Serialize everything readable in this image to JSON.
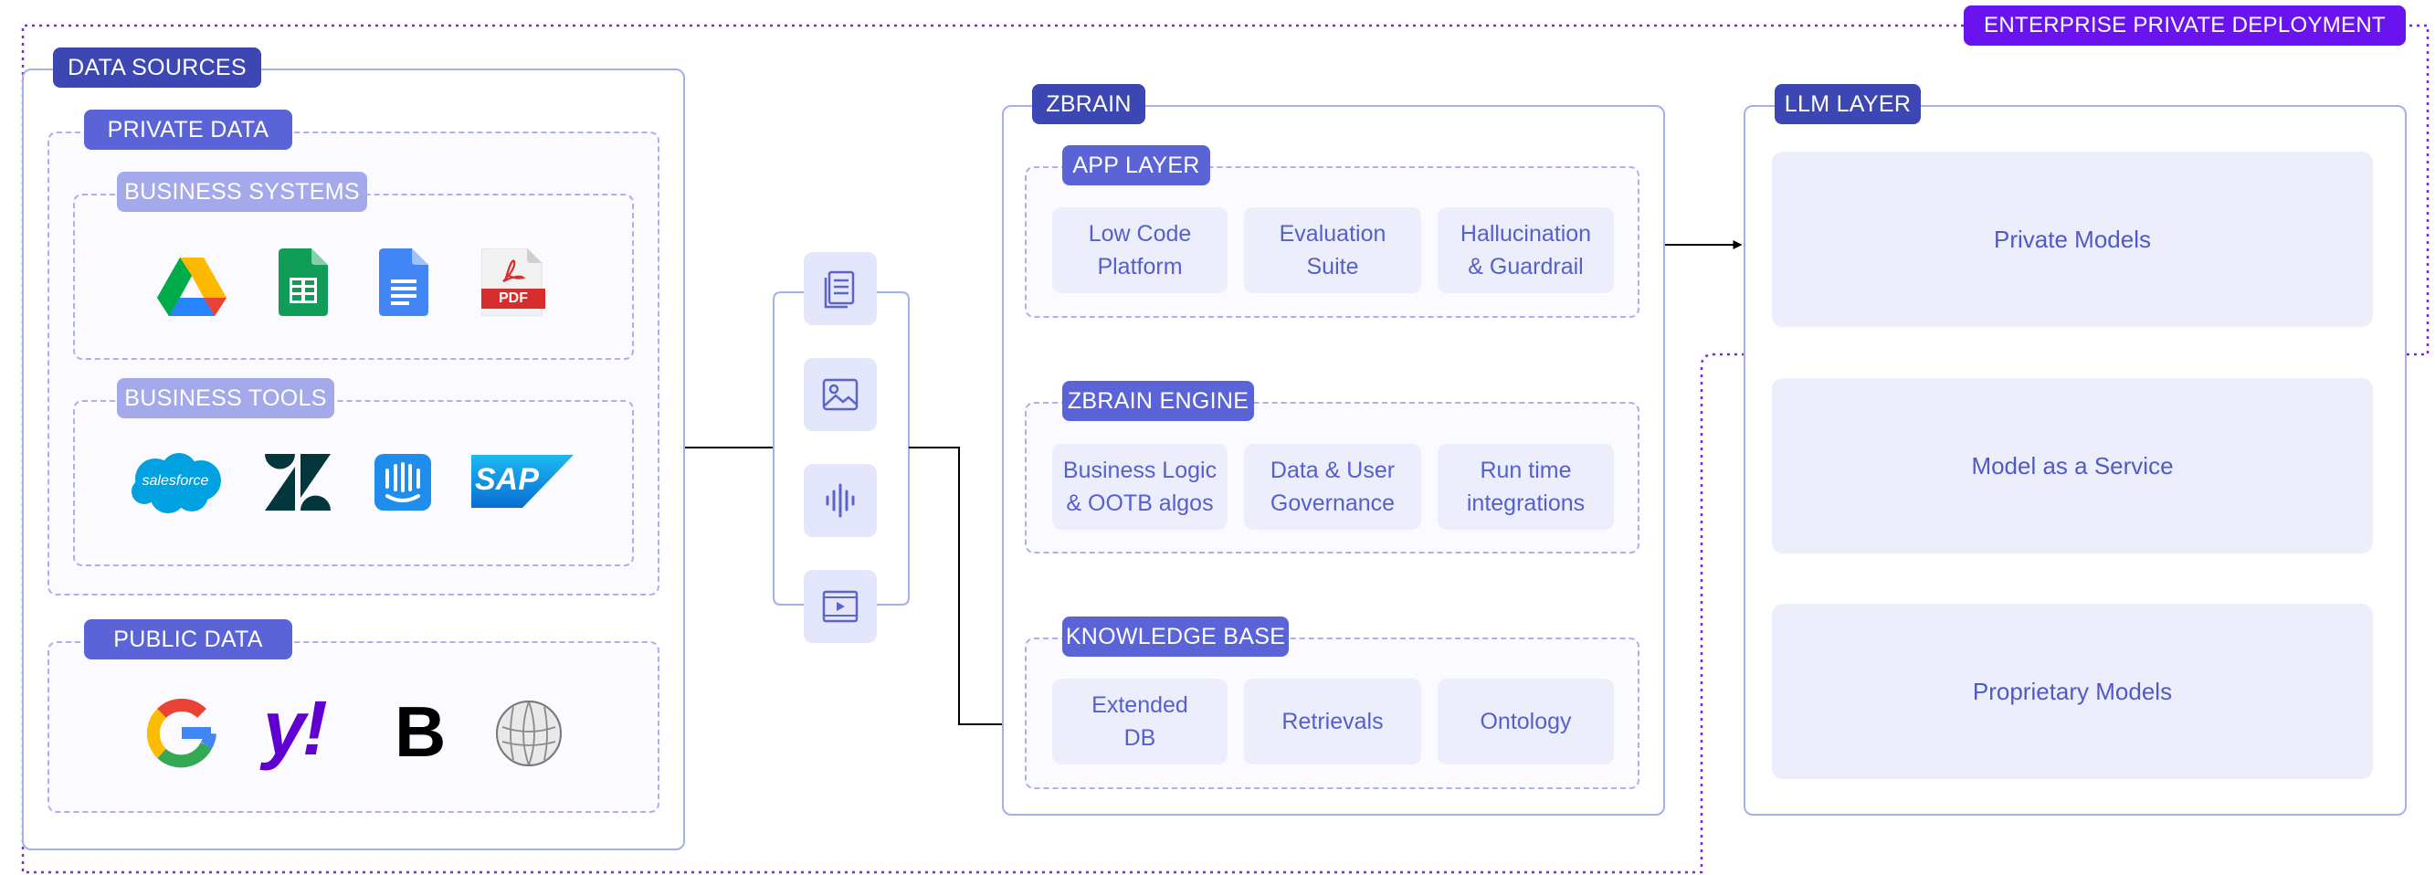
{
  "deployment_label": "ENTERPRISE PRIVATE DEPLOYMENT",
  "data_sources": {
    "title": "DATA SOURCES",
    "private_data": {
      "title": "PRIVATE DATA",
      "business_systems": {
        "title": "BUSINESS SYSTEMS",
        "logos": [
          "google-drive",
          "google-sheets",
          "google-docs",
          "pdf"
        ],
        "pdf_text": "PDF"
      },
      "business_tools": {
        "title": "BUSINESS TOOLS",
        "logos": [
          "salesforce",
          "zendesk",
          "intercom",
          "sap"
        ],
        "salesforce_text": "salesforce",
        "sap_text": "SAP"
      }
    },
    "public_data": {
      "title": "PUBLIC DATA",
      "logos": [
        "google",
        "yahoo",
        "bing",
        "wikipedia"
      ],
      "yahoo_text": "y!",
      "bing_text": "B"
    }
  },
  "data_types": [
    "document",
    "image",
    "audio",
    "video"
  ],
  "zbrain": {
    "title": "ZBRAIN",
    "app_layer": {
      "title": "APP LAYER",
      "items": [
        {
          "line1": "Low Code",
          "line2": "Platform"
        },
        {
          "line1": "Evaluation",
          "line2": "Suite"
        },
        {
          "line1": "Hallucination",
          "line2": "& Guardrail"
        }
      ]
    },
    "engine": {
      "title": "ZBRAIN ENGINE",
      "items": [
        {
          "line1": "Business Logic",
          "line2": "& OOTB algos"
        },
        {
          "line1": "Data & User",
          "line2": "Governance"
        },
        {
          "line1": "Run time",
          "line2": "integrations"
        }
      ]
    },
    "knowledge_base": {
      "title": "KNOWLEDGE BASE",
      "items": [
        {
          "line1": "Extended",
          "line2": "DB"
        },
        {
          "line1": "Retrievals",
          "line2": ""
        },
        {
          "line1": "Ontology",
          "line2": ""
        }
      ]
    }
  },
  "llm_layer": {
    "title": "LLM LAYER",
    "items": [
      "Private Models",
      "Model as a Service",
      "Proprietary Models"
    ]
  },
  "colors": {
    "tag_dark": "#3d47b3",
    "tag_mid": "#5b64d6",
    "tag_light": "#a3a9ea",
    "deployment": "#6914ef",
    "card_bg": "#eceefc",
    "card_text": "#5560cc",
    "panel_border": "#a7aef0"
  }
}
